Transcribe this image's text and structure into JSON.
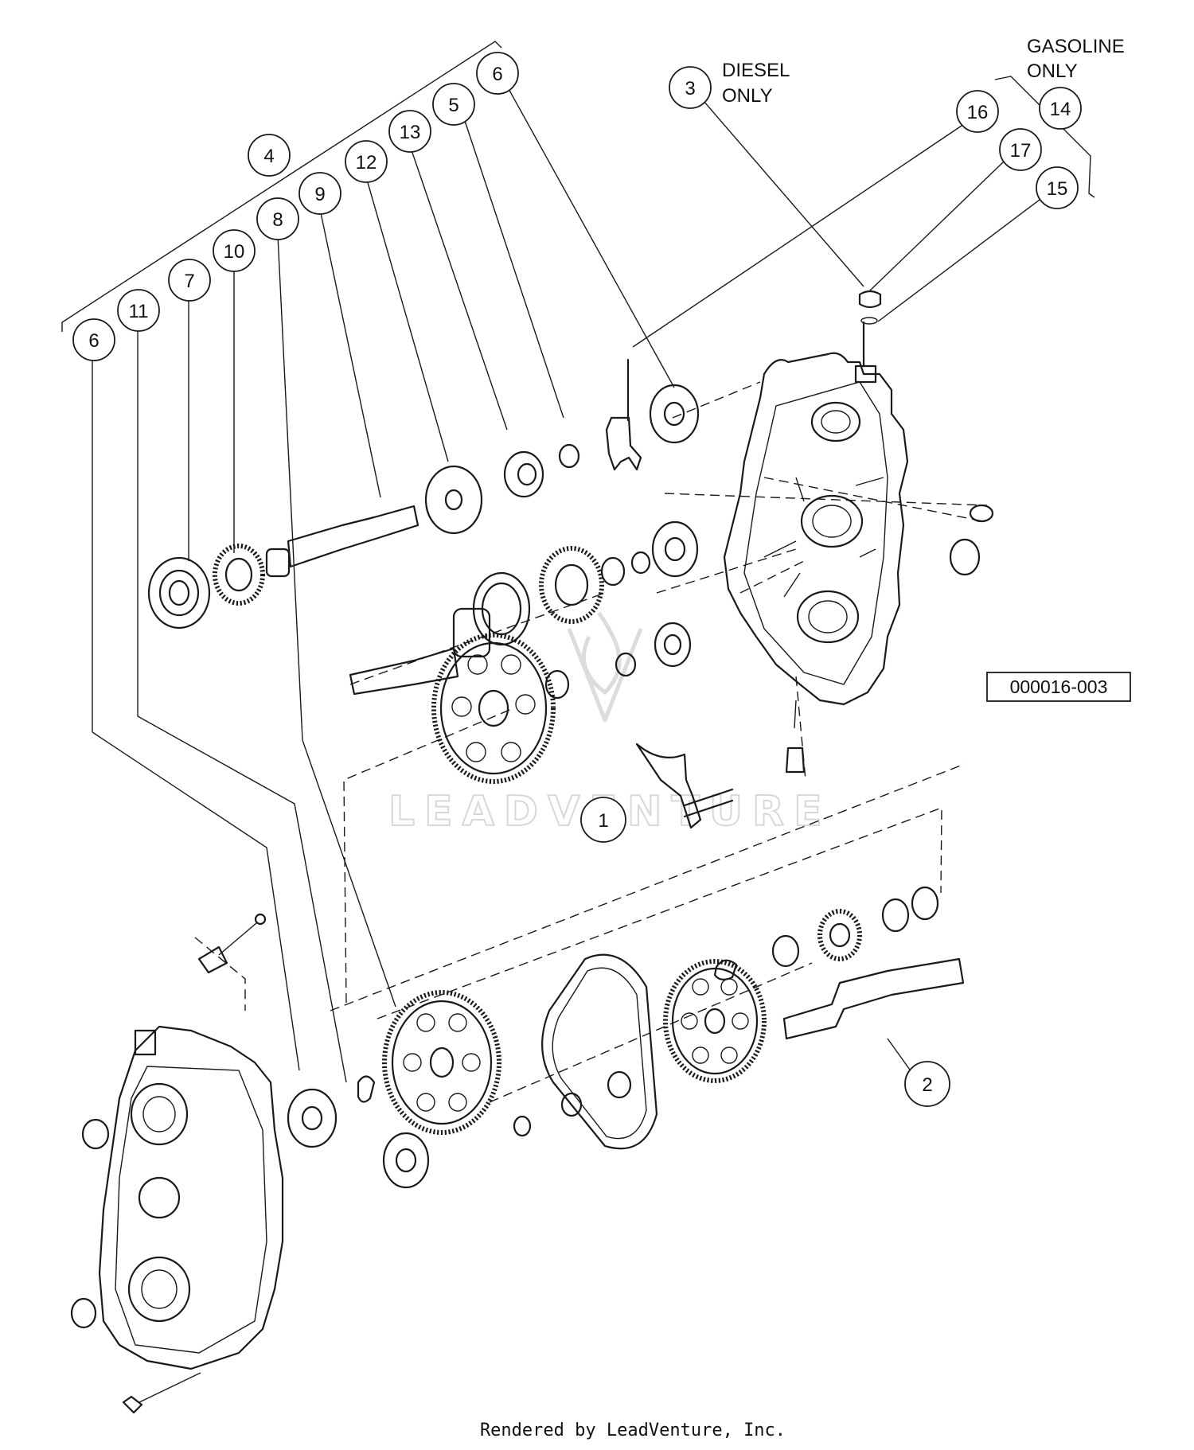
{
  "callouts": [
    {
      "id": "c1",
      "label": "1"
    },
    {
      "id": "c2",
      "label": "2"
    },
    {
      "id": "c3",
      "label": "3"
    },
    {
      "id": "c4",
      "label": "4"
    },
    {
      "id": "c5",
      "label": "5"
    },
    {
      "id": "c6a",
      "label": "6"
    },
    {
      "id": "c6b",
      "label": "6"
    },
    {
      "id": "c7",
      "label": "7"
    },
    {
      "id": "c8",
      "label": "8"
    },
    {
      "id": "c9",
      "label": "9"
    },
    {
      "id": "c10",
      "label": "10"
    },
    {
      "id": "c11",
      "label": "11"
    },
    {
      "id": "c12",
      "label": "12"
    },
    {
      "id": "c13",
      "label": "13"
    },
    {
      "id": "c14",
      "label": "14"
    },
    {
      "id": "c15",
      "label": "15"
    },
    {
      "id": "c16",
      "label": "16"
    },
    {
      "id": "c17",
      "label": "17"
    }
  ],
  "notes": {
    "diesel_line1": "DIESEL",
    "diesel_line2": "ONLY",
    "gasoline_line1": "GASOLINE",
    "gasoline_line2": "ONLY"
  },
  "reference_number": "000016-003",
  "watermark": "LEADVENTURE",
  "footer": "Rendered by LeadVenture, Inc."
}
